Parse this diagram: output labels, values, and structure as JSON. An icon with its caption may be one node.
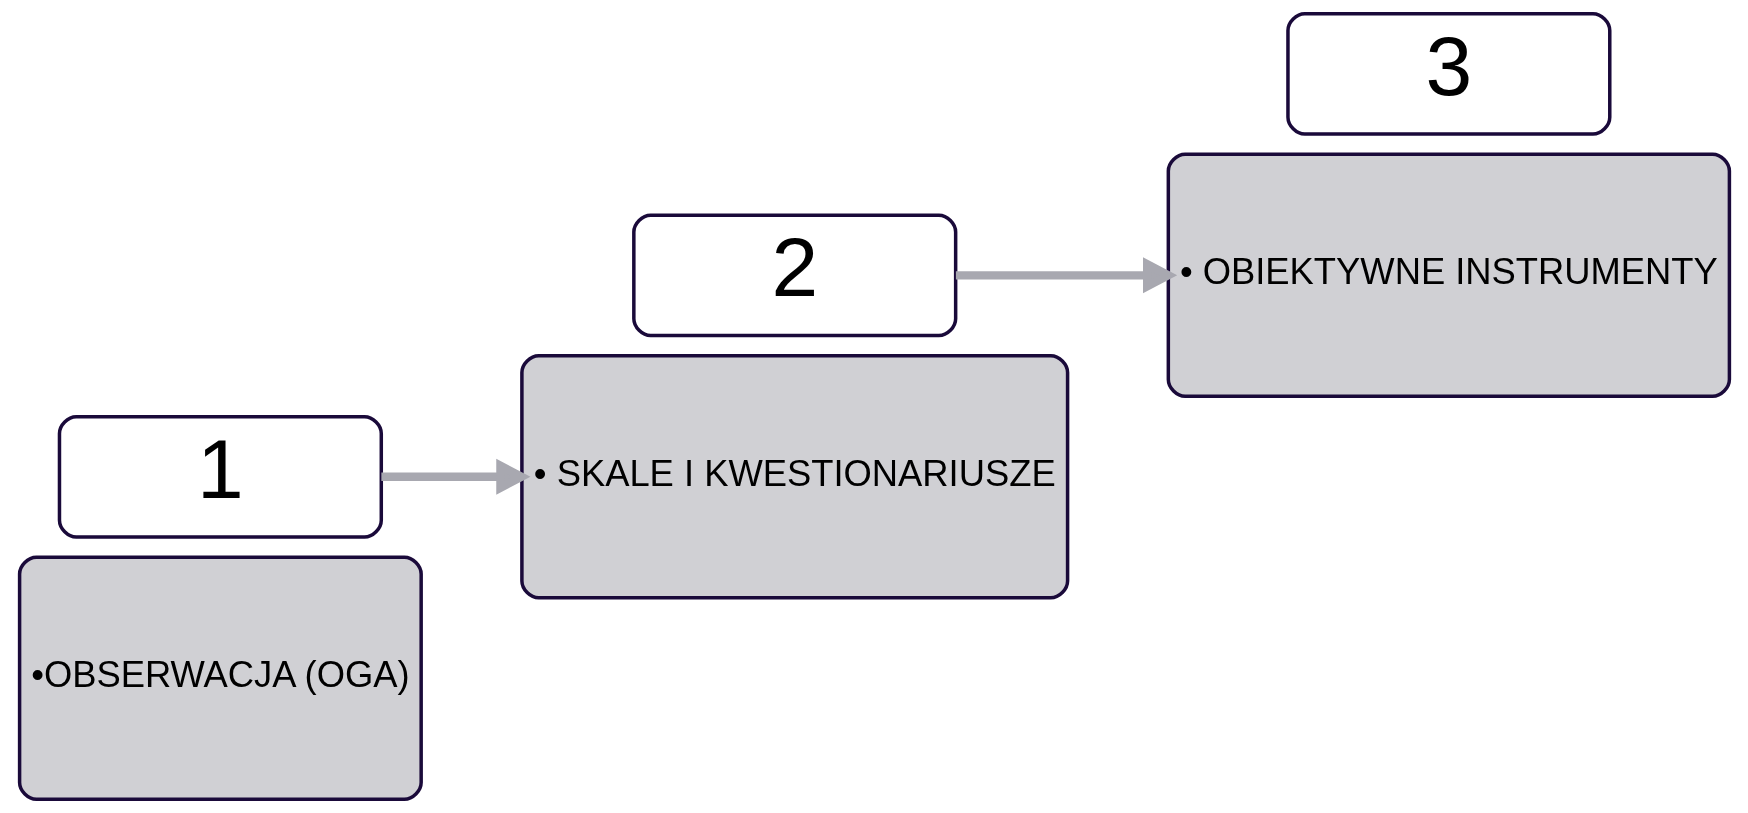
{
  "diagram": {
    "nodes": [
      {
        "text": [
          "•OBSERWACJA (OGA)"
        ]
      },
      {
        "text": [
          "1"
        ]
      },
      {
        "text": [
          "• SKALE I KWESTIONARIUSZE"
        ]
      },
      {
        "text": [
          "2"
        ]
      },
      {
        "text": [
          "• OBIEKTYWNE INSTRUMENTY"
        ]
      },
      {
        "text": [
          "3"
        ]
      }
    ],
    "edges": [
      {
        "from": 1,
        "to": 2,
        "arrow": "to"
      },
      {
        "from": 3,
        "to": 4,
        "arrow": "to"
      }
    ]
  }
}
